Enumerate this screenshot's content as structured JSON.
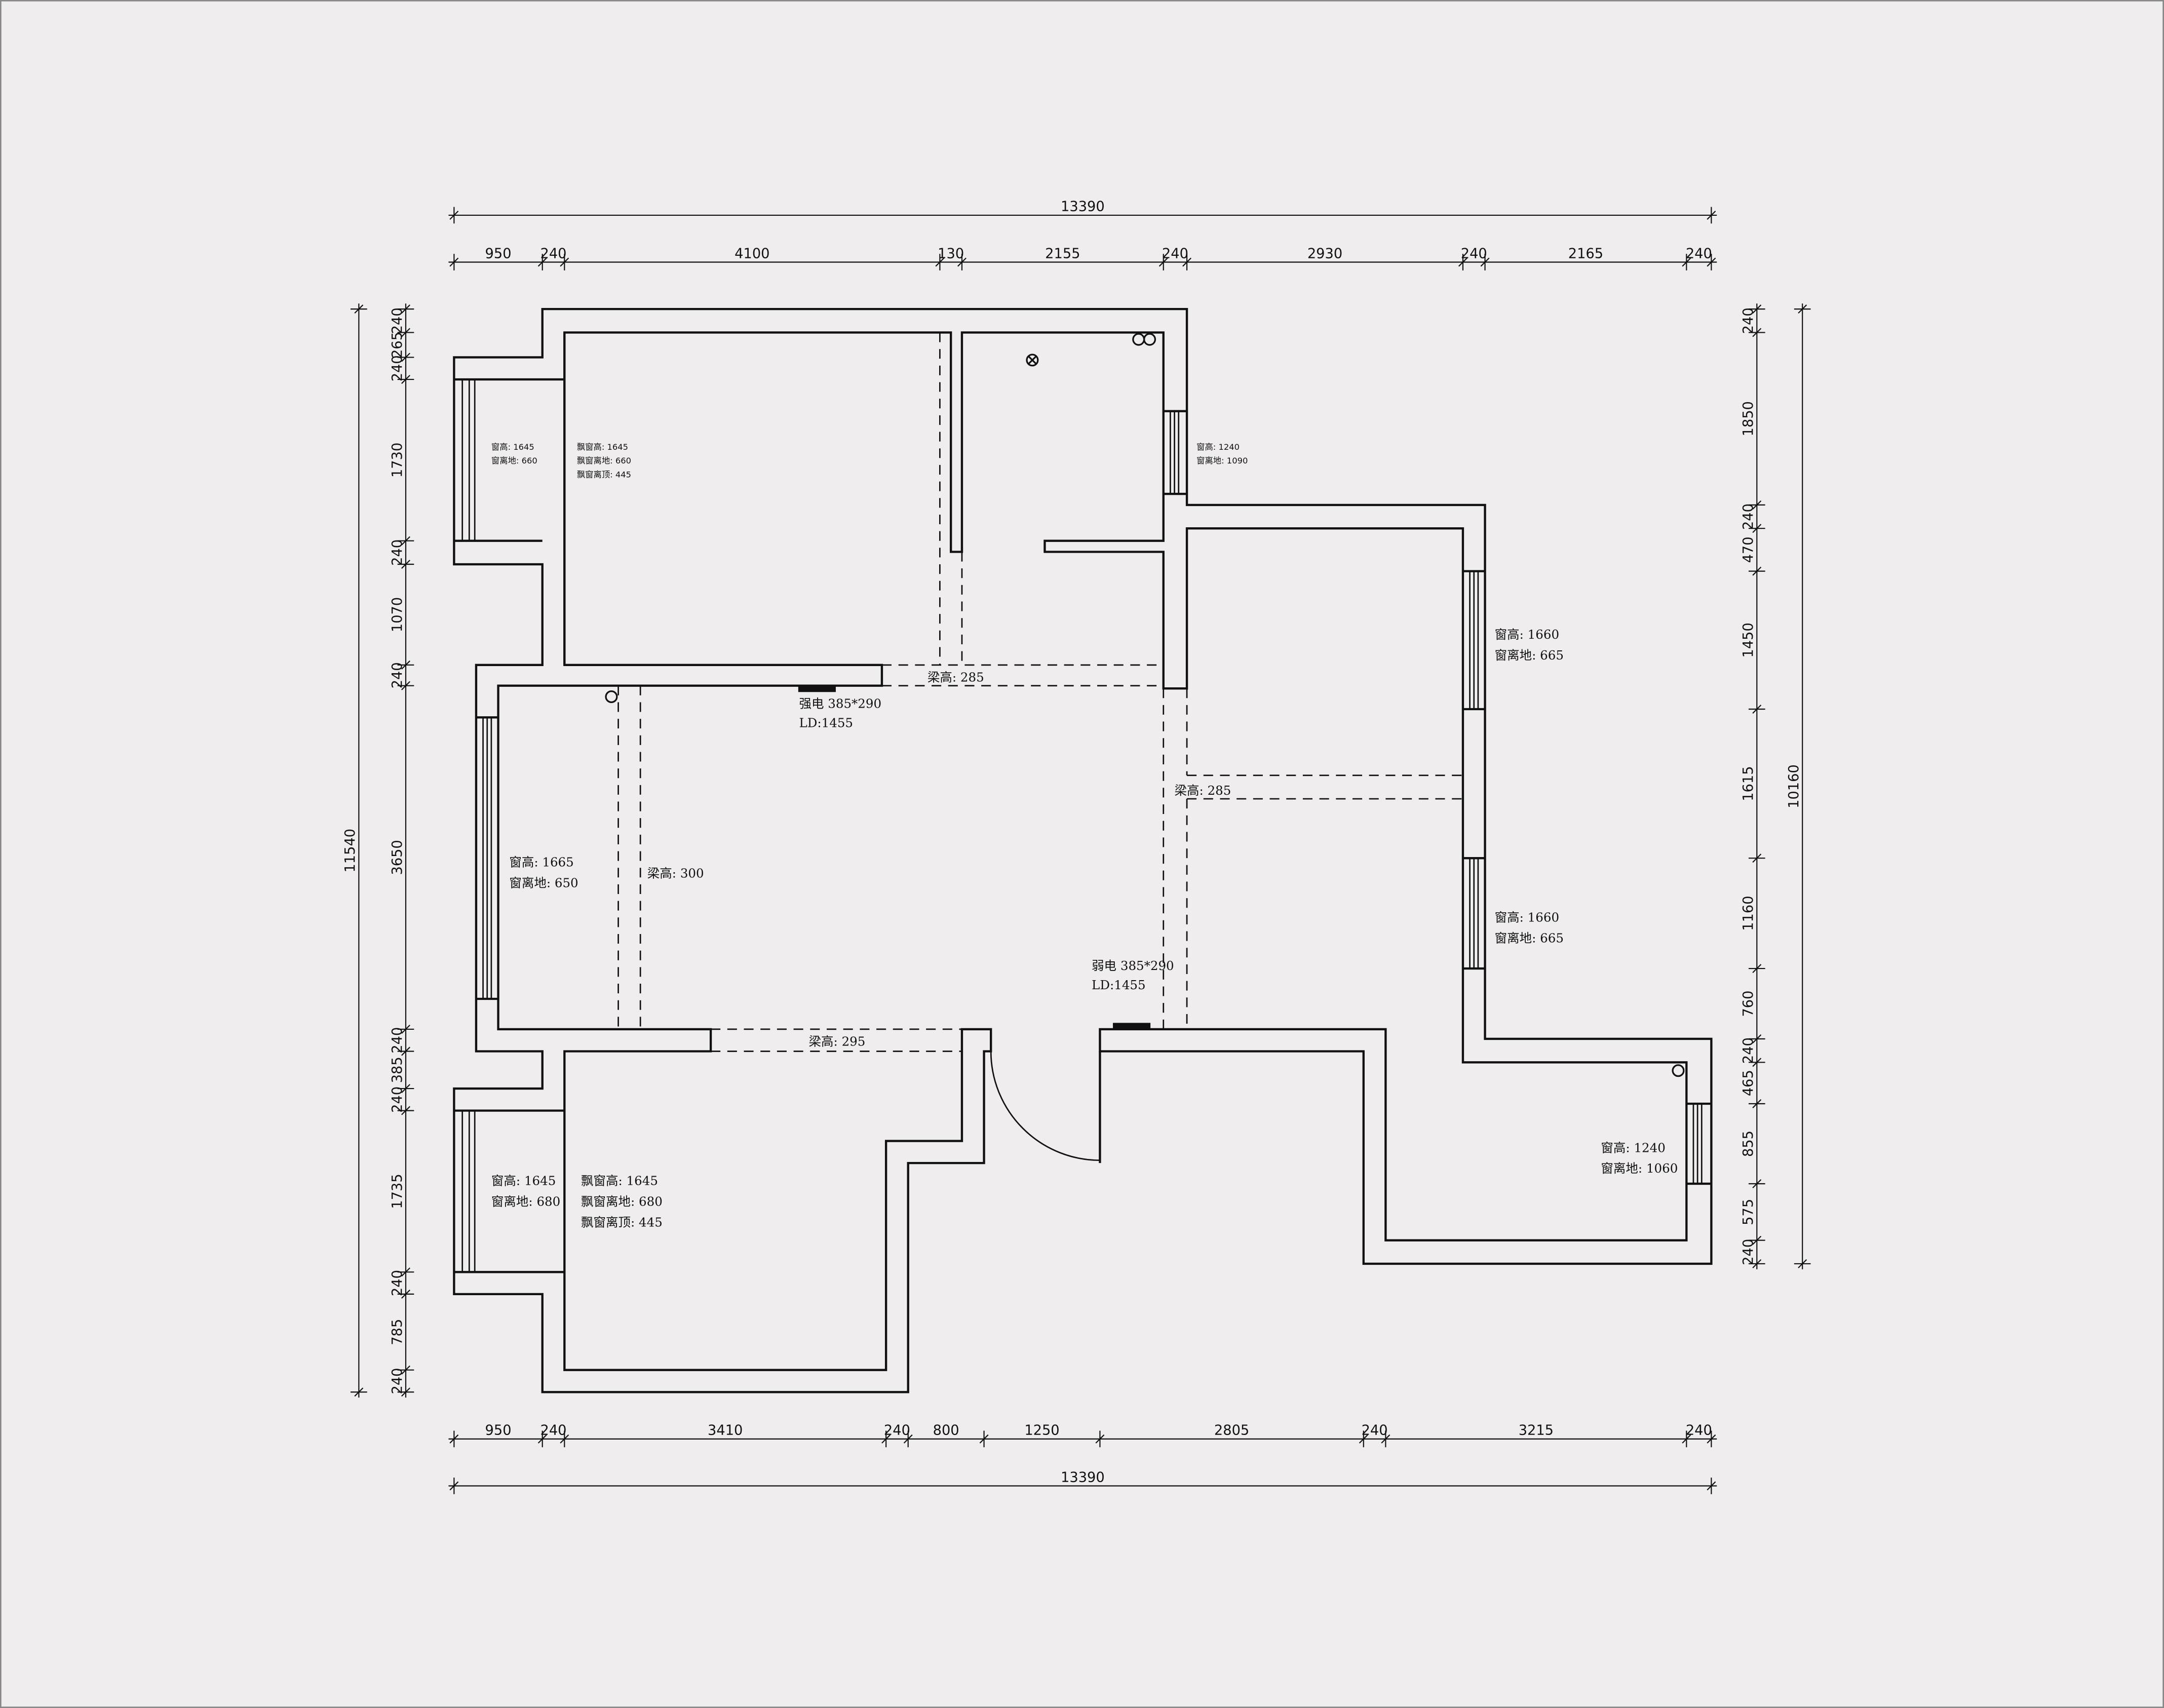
{
  "dimensions": {
    "top_total": "13390",
    "top_segments": [
      "950",
      "240",
      "4100",
      "130",
      "2155",
      "240",
      "2930",
      "240",
      "2165",
      "240"
    ],
    "bottom_total": "13390",
    "bottom_segments": [
      "950",
      "240",
      "3410",
      "240",
      "800",
      "1250",
      "2805",
      "240",
      "3215",
      "240"
    ],
    "left_total": "11540",
    "left_segments": [
      "240",
      "265",
      "240",
      "1730",
      "240",
      "1070",
      "240",
      "3650",
      "240",
      "385",
      "240",
      "1735",
      "240",
      "785",
      "240"
    ],
    "right_total": "10160",
    "right_segments": [
      "240",
      "1850",
      "240",
      "470",
      "1450",
      "1615",
      "1160",
      "760",
      "240",
      "465",
      "855",
      "575",
      "240"
    ]
  },
  "annotations": {
    "bedroom1_win_height": "窗高: 1645",
    "bedroom1_win_sill": "窗离地: 660",
    "bedroom1_bay_height": "飘窗高: 1645",
    "bedroom1_bay_sill": "飘窗离地: 660",
    "bedroom1_bay_top": "飘窗离顶: 445",
    "bath_win_height": "窗高: 1240",
    "bath_win_sill": "窗离地: 1090",
    "right_win1_height": "窗高: 1660",
    "right_win1_sill": "窗离地: 665",
    "right_win2_height": "窗高: 1660",
    "right_win2_sill": "窗离地: 665",
    "living_win_height": "窗高: 1665",
    "living_win_sill": "窗离地: 650",
    "beam_top": "梁高: 285",
    "beam_right": "梁高: 285",
    "beam_left": "梁高: 300",
    "beam_bottom": "梁高: 295",
    "strong_elec": "强电 385*290",
    "strong_elec_ld": "LD:1455",
    "weak_elec": "弱电 385*290",
    "weak_elec_ld": "LD:1455",
    "bedroom2_win_height": "窗高: 1645",
    "bedroom2_win_sill": "窗离地: 680",
    "bedroom2_bay_height": "飘窗高: 1645",
    "bedroom2_bay_sill": "飘窗离地: 680",
    "bedroom2_bay_top": "飘窗离顶: 445",
    "kitchen_win_height": "窗高: 1240",
    "kitchen_win_sill": "窗离地: 1060"
  },
  "colors": {
    "background": "#efedee",
    "line": "#111111"
  }
}
